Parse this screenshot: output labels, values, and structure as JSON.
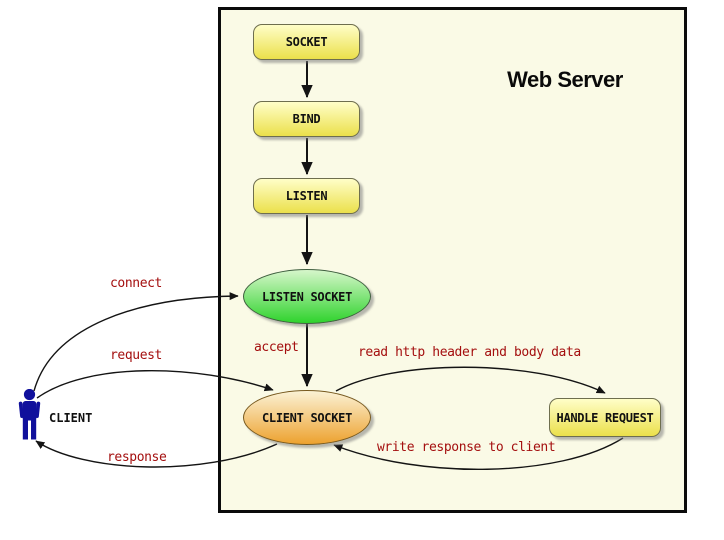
{
  "diagram": {
    "title": "Web Server",
    "nodes": {
      "socket": {
        "label": "SOCKET",
        "shape": "rounded-rect",
        "fill": "yellow-gradient"
      },
      "bind": {
        "label": "BIND",
        "shape": "rounded-rect",
        "fill": "yellow-gradient"
      },
      "listen": {
        "label": "LISTEN",
        "shape": "rounded-rect",
        "fill": "yellow-gradient"
      },
      "listen_socket": {
        "label": "LISTEN SOCKET",
        "shape": "ellipse",
        "fill": "green-gradient"
      },
      "client_socket": {
        "label": "CLIENT SOCKET",
        "shape": "ellipse",
        "fill": "orange-gradient"
      },
      "handle_request": {
        "label": "HANDLE REQUEST",
        "shape": "rounded-rect",
        "fill": "yellow-gradient"
      },
      "client": {
        "label": "CLIENT",
        "shape": "person-figure"
      }
    },
    "edges": {
      "socket_to_bind": {
        "from": "socket",
        "to": "bind",
        "label": ""
      },
      "bind_to_listen": {
        "from": "bind",
        "to": "listen",
        "label": ""
      },
      "listen_to_listen_socket": {
        "from": "listen",
        "to": "listen_socket",
        "label": ""
      },
      "accept": {
        "from": "listen_socket",
        "to": "client_socket",
        "label": "accept"
      },
      "connect": {
        "from": "client",
        "to": "listen_socket",
        "label": "connect"
      },
      "request": {
        "from": "client",
        "to": "client_socket",
        "label": "request"
      },
      "response": {
        "from": "client_socket",
        "to": "client",
        "label": "response"
      },
      "read": {
        "from": "client_socket",
        "to": "handle_request",
        "label": "read http header and body data"
      },
      "write": {
        "from": "handle_request",
        "to": "client_socket",
        "label": "write response to client"
      }
    },
    "colors": {
      "canvas_background": "#ffffff",
      "server_box_background": "#fafae6",
      "server_box_border": "#0b0b0b",
      "node_yellow_top": "#fffec8",
      "node_yellow_bottom": "#ebe04b",
      "ellipse_green_top": "#d6f6ca",
      "ellipse_green_bottom": "#2fd32d",
      "ellipse_orange_top": "#fbf2d5",
      "ellipse_orange_bottom": "#eda22f",
      "edge_label_color": "#a40f0f",
      "client_figure_color": "#10109c",
      "arrow_color": "#141414"
    }
  }
}
